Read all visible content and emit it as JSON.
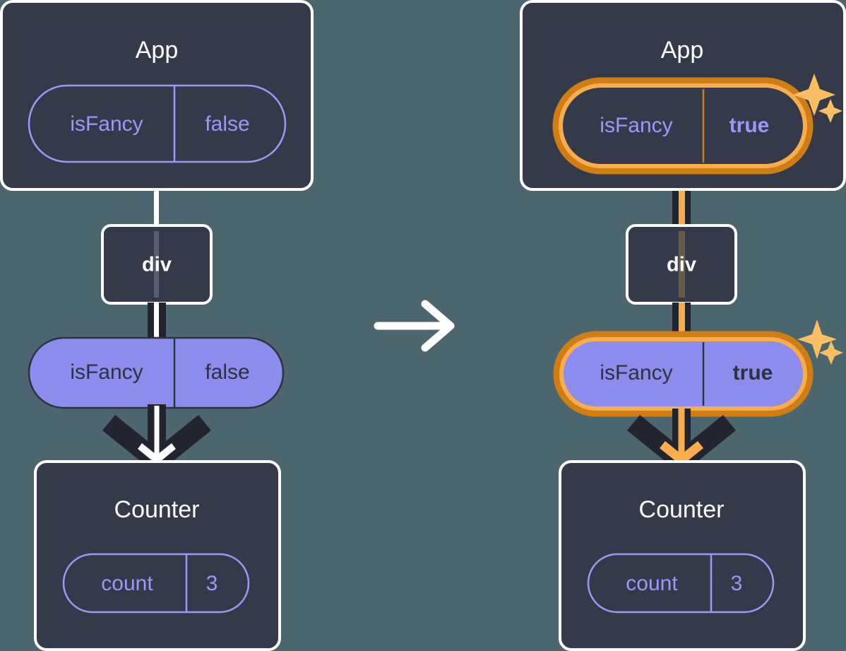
{
  "meta": {
    "title": "React state update propagation diagram",
    "background_color": "#4c6670"
  },
  "colors": {
    "background": "#4c6670",
    "node_fill": "#343a4a",
    "node_border": "#ffffff",
    "pill_purple": "#8b8cee",
    "pill_outline_stroke": "#9b99f7",
    "text_light": "#ffffff",
    "text_dark": "#2c323f",
    "wire_dark": "#22242f",
    "highlight_orange_dark": "#d07d12",
    "highlight_orange_light": "#f9ad4f",
    "sparkle": "#fbbf63"
  },
  "transition_arrow": {
    "icon": "arrow-right-icon",
    "color": "#ffffff"
  },
  "panels": [
    {
      "id": "before",
      "side": "left",
      "app": {
        "title": "App",
        "state_pill": {
          "key": "isFancy",
          "value": "false",
          "style": "outline",
          "highlighted": false,
          "value_bold": false
        }
      },
      "div": {
        "title": "div"
      },
      "prop_pill": {
        "key": "isFancy",
        "value": "false",
        "style": "filled",
        "highlighted": false,
        "value_bold": false
      },
      "counter": {
        "title": "Counter",
        "state_pill": {
          "key": "count",
          "value": "3",
          "style": "outline",
          "highlighted": false,
          "value_bold": false
        }
      },
      "sparkles": false
    },
    {
      "id": "after",
      "side": "right",
      "app": {
        "title": "App",
        "state_pill": {
          "key": "isFancy",
          "value": "true",
          "style": "outline",
          "highlighted": true,
          "value_bold": true
        }
      },
      "div": {
        "title": "div"
      },
      "prop_pill": {
        "key": "isFancy",
        "value": "true",
        "style": "filled",
        "highlighted": true,
        "value_bold": true
      },
      "counter": {
        "title": "Counter",
        "state_pill": {
          "key": "count",
          "value": "3",
          "style": "outline",
          "highlighted": false,
          "value_bold": false
        }
      },
      "sparkles": true
    }
  ]
}
